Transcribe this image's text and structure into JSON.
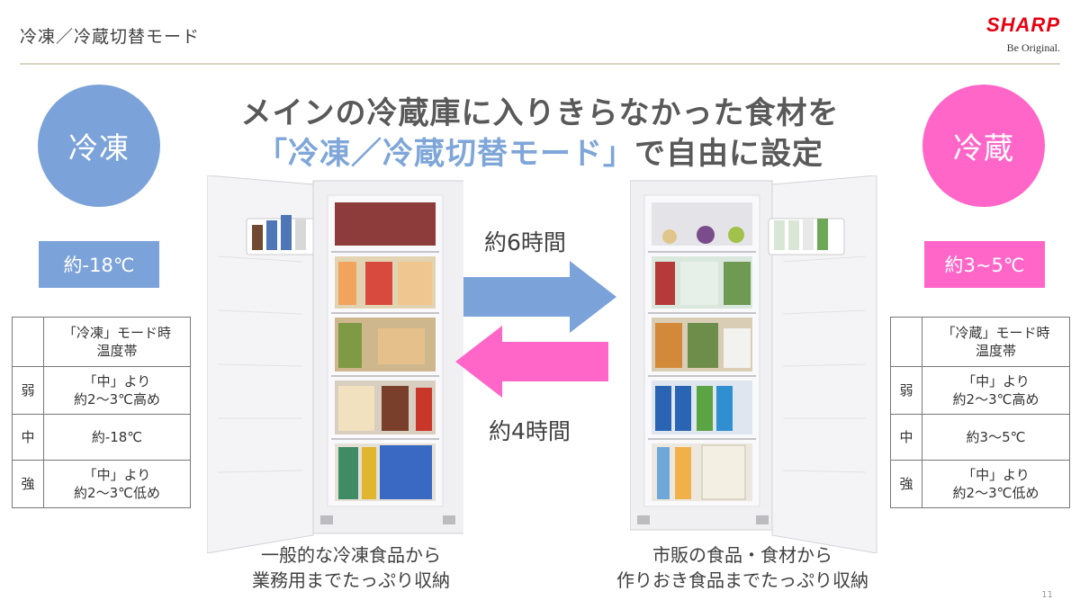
{
  "header": {
    "title": "冷凍／冷蔵切替モード",
    "brand_name": "SHARP",
    "brand_tagline": "Be Original."
  },
  "headline": {
    "line1": "メインの冷蔵庫に入りきらなかった食材を",
    "line2_accent": "「冷凍／冷蔵切替モード」",
    "line2_rest": "で自由に設定"
  },
  "freeze_panel": {
    "label": "冷凍",
    "temperature": "約-18℃",
    "table": {
      "header_line1": "「冷凍」モード時",
      "header_line2": "温度帯",
      "rows": [
        {
          "level": "弱",
          "line1": "「中」より",
          "line2": "約2〜3℃高め"
        },
        {
          "level": "中",
          "line1": "約-18℃",
          "line2": ""
        },
        {
          "level": "強",
          "line1": "「中」より",
          "line2": "約2〜3℃低め"
        }
      ]
    }
  },
  "fridge_panel": {
    "label": "冷蔵",
    "temperature": "約3~5℃",
    "table": {
      "header_line1": "「冷蔵」モード時",
      "header_line2": "温度帯",
      "rows": [
        {
          "level": "弱",
          "line1": "「中」より",
          "line2": "約2〜3℃高め"
        },
        {
          "level": "中",
          "line1": "約3〜5℃",
          "line2": ""
        },
        {
          "level": "強",
          "line1": "「中」より",
          "line2": "約2〜3℃低め"
        }
      ]
    }
  },
  "transition": {
    "to_fridge_time": "約6時間",
    "to_freeze_time": "約4時間",
    "to_fridge_color": "#7ca3d9",
    "to_freeze_color": "#ff66c8"
  },
  "captions": {
    "left_line1": "一般的な冷凍食品から",
    "left_line2": "業務用までたっぷり収納",
    "right_line1": "市販の食品・食材から",
    "right_line2": "作りおき食品までたっぷり収納"
  },
  "page_number": "11",
  "colors": {
    "freeze_accent": "#7ca3d9",
    "fridge_accent": "#ff66c8",
    "brand_red": "#e60012"
  }
}
